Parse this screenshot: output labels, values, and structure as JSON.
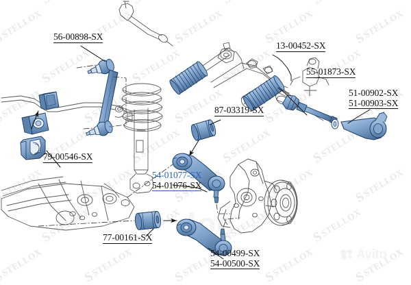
{
  "diagram": {
    "title": "Stellox front suspension and steering parts diagram",
    "brand_watermark": "STELLOX",
    "marketplace_watermark": "Avito",
    "ghost_text": "doc",
    "accent_color": "#2a63b8",
    "part_fill_color": "#7fa3cc",
    "part_outline_color": "#1b3e6b",
    "outline_color": "#4a4a4a"
  },
  "labels": [
    {
      "id": "stabilizer-link",
      "lines": [
        "56-00898-SX"
      ]
    },
    {
      "id": "steering-rack-boot",
      "lines": [
        "13-00452-SX"
      ]
    },
    {
      "id": "inner-tie-rod",
      "lines": [
        "55-01873-SX"
      ]
    },
    {
      "id": "outer-tie-rod-end",
      "lines": [
        "51-00902-SX",
        "51-00903-SX"
      ]
    },
    {
      "id": "upper-arm-bushing",
      "lines": [
        "87-03319-SX"
      ]
    },
    {
      "id": "stabilizer-bushing",
      "lines": [
        "79-00546-SX"
      ]
    },
    {
      "id": "upper-control-arm",
      "lines": [
        "54-01077-SX",
        "54-01076-SX"
      ]
    },
    {
      "id": "lower-arm-bushing",
      "lines": [
        "77-00161-SX"
      ]
    },
    {
      "id": "lower-control-arm",
      "lines": [
        "54-00499-SX",
        "54-00500-SX"
      ]
    }
  ],
  "highlighted_part_number": "54-01077-SX",
  "components": [
    {
      "id": "stabilizer-link",
      "name": "stabilizer link",
      "highlighted": true
    },
    {
      "id": "stabilizer-bar",
      "name": "anti-roll bar",
      "highlighted": false
    },
    {
      "id": "stabilizer-bushing",
      "name": "stabilizer bushing",
      "highlighted": true
    },
    {
      "id": "stabilizer-bracket",
      "name": "stabilizer bracket",
      "highlighted": true
    },
    {
      "id": "coil-spring-strut",
      "name": "coil spring and strut",
      "highlighted": false
    },
    {
      "id": "steering-rack",
      "name": "steering rack",
      "highlighted": false
    },
    {
      "id": "rack-boot-left",
      "name": "steering rack boot left",
      "highlighted": true
    },
    {
      "id": "rack-boot-right",
      "name": "steering rack boot right",
      "highlighted": true
    },
    {
      "id": "inner-tie-rod",
      "name": "inner tie rod",
      "highlighted": true
    },
    {
      "id": "outer-tie-rod-end",
      "name": "outer tie rod end",
      "highlighted": true
    },
    {
      "id": "upper-arm-bushing",
      "name": "upper arm bushing",
      "highlighted": true
    },
    {
      "id": "upper-control-arm",
      "name": "upper control arm",
      "highlighted": true
    },
    {
      "id": "lower-arm-bushing",
      "name": "lower arm bushing",
      "highlighted": true
    },
    {
      "id": "lower-control-arm",
      "name": "lower control arm",
      "highlighted": true
    },
    {
      "id": "steering-knuckle",
      "name": "steering knuckle",
      "highlighted": false
    },
    {
      "id": "wheel-hub",
      "name": "wheel hub",
      "highlighted": false
    },
    {
      "id": "subframe",
      "name": "front subframe",
      "highlighted": false
    }
  ],
  "watermark_rows": [
    "STELLOX",
    "STELLOX",
    "STELLOX",
    "STELLOX",
    "STELLOX",
    "STELLOX",
    "STELLOX",
    "STELLOX",
    "STELLOX",
    "STELLOX",
    "STELLOX",
    "STELLOX",
    "STELLOX",
    "STELLOX",
    "STELLOX",
    "STELLOX",
    "STELLOX",
    "STELLOX",
    "STELLOX",
    "STELLOX",
    "STELLOX",
    "STELLOX",
    "STELLOX",
    "STELLOX",
    "STELLOX",
    "STELLOX",
    "STELLOX",
    "STELLOX",
    "STELLOX",
    "STELLOX",
    "STELLOX",
    "STELLOX",
    "STELLOX",
    "STELLOX",
    "STELLOX",
    "STELLOX",
    "STELLOX",
    "STELLOX",
    "STELLOX",
    "STELLOX"
  ]
}
